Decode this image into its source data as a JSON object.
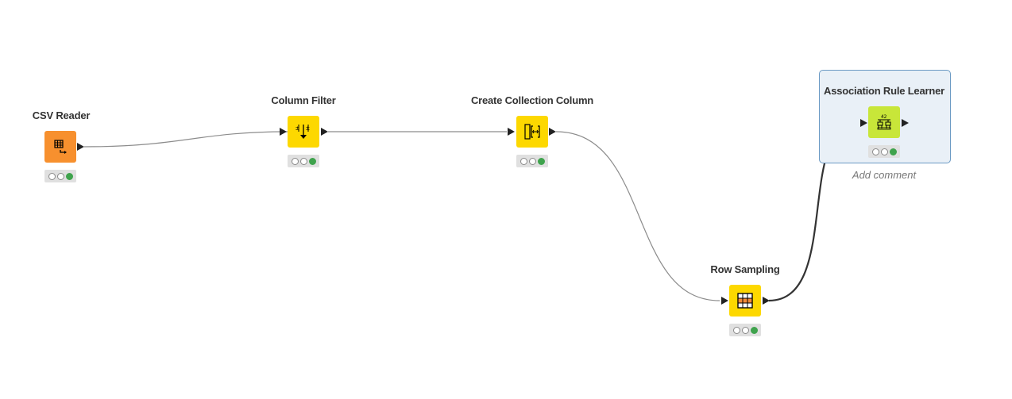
{
  "workflow": {
    "nodes": [
      {
        "id": "csv-reader",
        "label": "CSV Reader",
        "color": "#f7902e",
        "icon": "table-arrow-icon",
        "status": [
          "off",
          "off",
          "green"
        ]
      },
      {
        "id": "column-filter",
        "label": "Column Filter",
        "color": "#fdd800",
        "icon": "column-filter-icon",
        "status": [
          "off",
          "off",
          "green"
        ]
      },
      {
        "id": "create-collection-column",
        "label": "Create Collection Column",
        "color": "#fdd800",
        "icon": "collection-bracket-icon",
        "status": [
          "off",
          "off",
          "green"
        ]
      },
      {
        "id": "row-sampling",
        "label": "Row Sampling",
        "color": "#fdd800",
        "icon": "row-grid-icon",
        "status": [
          "off",
          "off",
          "green"
        ]
      },
      {
        "id": "association-rule-learner",
        "label": "Association Rule Learner",
        "color": "#c8e639",
        "icon": "rule-tree-icon",
        "status": [
          "off",
          "off",
          "green"
        ]
      }
    ],
    "comment_placeholder": "Add comment",
    "connection_color": "#999999",
    "selected_connection_color": "#333333",
    "selection_frame_color": "#6b9ac4"
  }
}
